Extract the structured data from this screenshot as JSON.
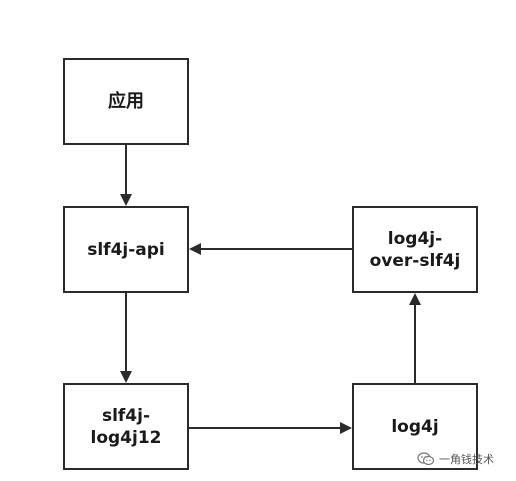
{
  "diagram": {
    "nodes": [
      {
        "id": "app",
        "lines": [
          "应用"
        ]
      },
      {
        "id": "slf4j-api",
        "lines": [
          "slf4j-api"
        ]
      },
      {
        "id": "slf4j-log4j12",
        "lines": [
          "slf4j-",
          "log4j12"
        ]
      },
      {
        "id": "log4j-over-slf4j",
        "lines": [
          "log4j-",
          "over-slf4j"
        ]
      },
      {
        "id": "log4j",
        "lines": [
          "log4j"
        ]
      }
    ],
    "edges": [
      {
        "from": "app",
        "to": "slf4j-api"
      },
      {
        "from": "slf4j-api",
        "to": "slf4j-log4j12"
      },
      {
        "from": "slf4j-log4j12",
        "to": "log4j"
      },
      {
        "from": "log4j",
        "to": "log4j-over-slf4j"
      },
      {
        "from": "log4j-over-slf4j",
        "to": "slf4j-api"
      }
    ]
  },
  "watermark": {
    "text": "一角钱技术",
    "icon": "wechat-icon"
  },
  "colors": {
    "stroke": "#2b2b2b",
    "text": "#1a1a1a",
    "background": "#ffffff"
  }
}
